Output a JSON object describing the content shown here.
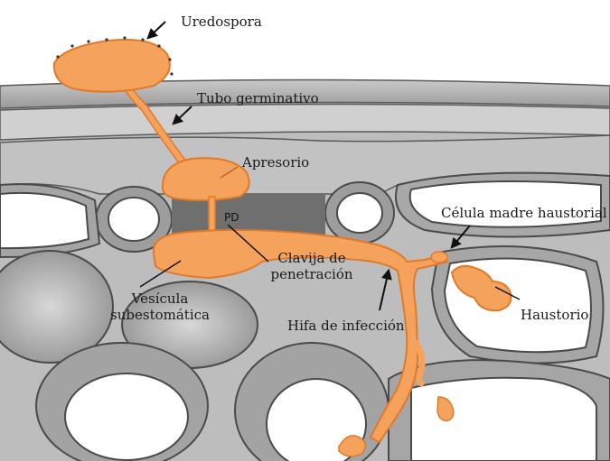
{
  "labels": {
    "uredospora": "Uredospora",
    "tubo_germinativo": "Tubo germinativo",
    "apresorio": "Apresorio",
    "celula_madre_haustorial": "Célula madre haustorial",
    "clavija_line1": "Clavija de",
    "clavija_line2": "penetración",
    "vesicula_line1": "Vesícula",
    "vesicula_line2": "subestomática",
    "hifa_de_infeccion": "Hifa de infección",
    "haustorio": "Haustorio",
    "stoma_mark": "PD"
  },
  "colors": {
    "fungus_fill": "#f5a35c",
    "fungus_light": "#f7be8a",
    "fungus_outline": "#e07a2a",
    "cell_wall": "#7d7d7d",
    "cell_wall_dark": "#4a4a4a",
    "cell_interior": "#ffffff",
    "tissue_shade": "#b9b9b9",
    "arrow": "#111111"
  }
}
